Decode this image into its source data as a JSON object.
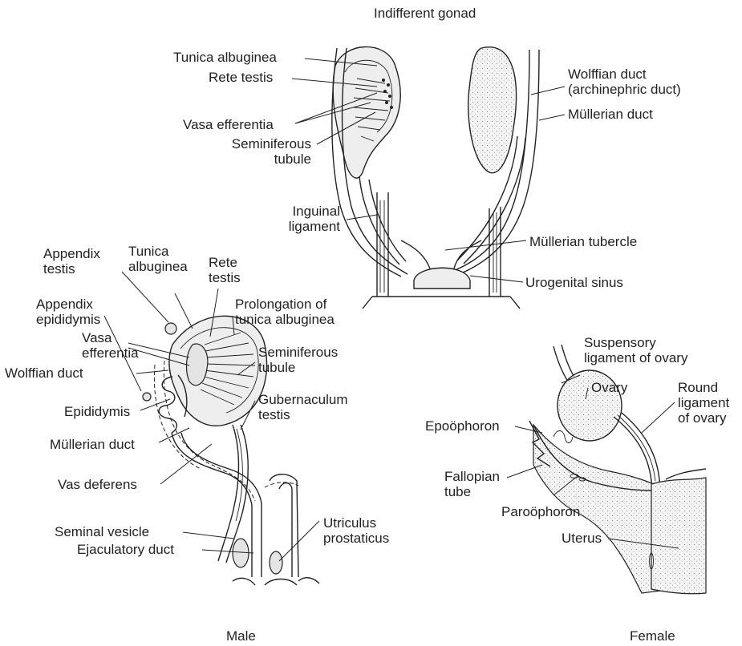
{
  "titles": {
    "top": "Indifferent gonad",
    "male": "Male",
    "female": "Female"
  },
  "labels": {
    "tunica_albuginea_top": "Tunica albuginea",
    "rete_testis_top": "Rete testis",
    "vasa_efferentia_top": "Vasa efferentia",
    "seminiferous_top": [
      "Seminiferous",
      "tubule"
    ],
    "wolffian_top": [
      "Wolffian duct",
      "(archinephric duct)"
    ],
    "mullerian_top": "Müllerian duct",
    "inguinal": [
      "Inguinal",
      "ligament"
    ],
    "mullerian_tubercle": "Müllerian tubercle",
    "urogenital_sinus": "Urogenital sinus",
    "appendix_testis": [
      "Appendix",
      "testis"
    ],
    "tunica_albuginea_male": [
      "Tunica",
      "albuginea"
    ],
    "rete_testis_male": [
      "Rete",
      "testis"
    ],
    "appendix_epididymis": [
      "Appendix",
      "epididymis"
    ],
    "prolongation": [
      "Prolongation of",
      "tunica albuginea"
    ],
    "vasa_efferentia_male": [
      "Vasa",
      "efferentia"
    ],
    "seminiferous_male": [
      "Seminiferous",
      "tubule"
    ],
    "wolffian_male": "Wolffian duct",
    "epididymis": "Epididymis",
    "gubernaculum": [
      "Gubernaculum",
      "testis"
    ],
    "mullerian_male": "Müllerian duct",
    "vas_deferens": "Vas deferens",
    "seminal_vesicle": "Seminal vesicle",
    "ejaculatory_duct": "Ejaculatory duct",
    "utriculus": [
      "Utriculus",
      "prostaticus"
    ],
    "suspensory": [
      "Suspensory",
      "ligament of ovary"
    ],
    "ovary": "Ovary",
    "round_ligament": [
      "Round",
      "ligament",
      "of ovary"
    ],
    "epoophoron": "Epoöphoron",
    "fallopian": [
      "Fallopian",
      "tube"
    ],
    "paroophoron": "Paroöphoron",
    "uterus": "Uterus"
  }
}
